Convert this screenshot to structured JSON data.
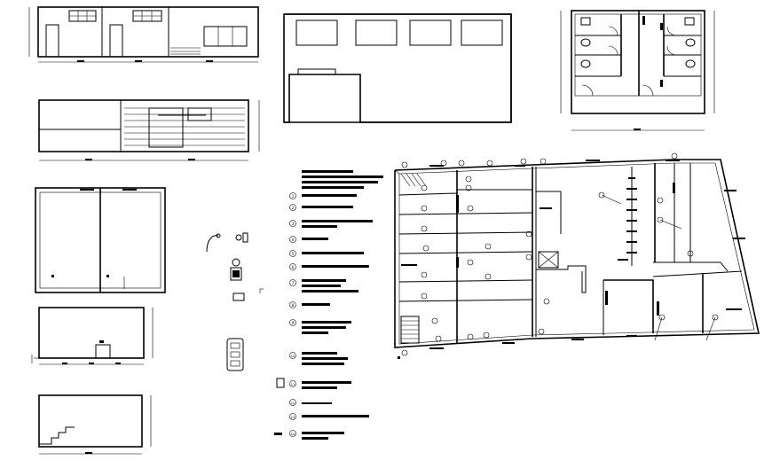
{
  "sheet": {
    "title": "",
    "background": "#ffffff",
    "line_color": "#000000"
  },
  "views": [
    {
      "id": "front-elevation"
    },
    {
      "id": "side-elevation-brick"
    },
    {
      "id": "floor-plan-small"
    },
    {
      "id": "section-a"
    },
    {
      "id": "section-stair"
    },
    {
      "id": "roof-outline"
    },
    {
      "id": "toilet-plan"
    },
    {
      "id": "main-floor-plan"
    }
  ],
  "legend": {
    "markers": [
      "1",
      "2",
      "3",
      "4",
      "5",
      "6",
      "7",
      "8",
      "9",
      "10",
      "11",
      "12",
      "13",
      "14"
    ]
  }
}
